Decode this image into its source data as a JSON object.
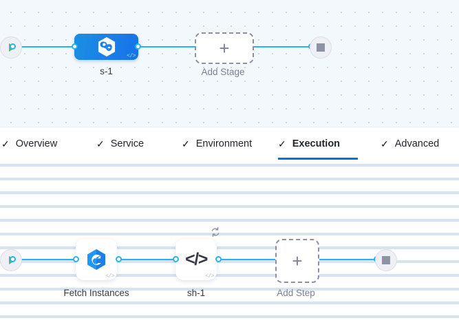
{
  "stage_canvas": {
    "name": "pipeline-stage-canvas",
    "background_color": "#f3f8fc",
    "grid": "dotted",
    "start_node": {
      "icon": "play-icon",
      "title": "Pipeline Start"
    },
    "end_node": {
      "icon": "stop-icon",
      "title": "Pipeline End"
    },
    "nodes": [
      {
        "id": "stage-s-1",
        "label": "s-1",
        "type": "deployment-stage",
        "icon": "harness-hexagon-infinity-icon",
        "badge": "</>",
        "color": "#1a7fe8"
      }
    ],
    "add_node": {
      "label": "Add Stage",
      "icon": "plus-icon"
    }
  },
  "tabs": {
    "active_color": "#0278d5",
    "items": [
      {
        "label": "Overview",
        "check": "✓",
        "active": false
      },
      {
        "label": "Service",
        "check": "✓",
        "active": false
      },
      {
        "label": "Environment",
        "check": "✓",
        "active": false
      },
      {
        "label": "Execution",
        "check": "✓",
        "active": true
      },
      {
        "label": "Advanced",
        "check": "✓",
        "active": false
      }
    ]
  },
  "step_canvas": {
    "name": "execution-step-canvas",
    "background_color": "#ffffff",
    "grid": "dashed",
    "start_node": {
      "icon": "play-icon",
      "title": "Execution Start"
    },
    "end_node": {
      "icon": "stop-icon",
      "title": "Execution End"
    },
    "nodes": [
      {
        "id": "step-fetch-instances",
        "label": "Fetch Instances",
        "icon": "harness-hexagon-spiral-icon",
        "badge": "</>",
        "has_loop": false
      },
      {
        "id": "step-sh-1",
        "label": "sh-1",
        "icon": "code-shell-icon",
        "glyph": "</>",
        "badge": "</>",
        "has_loop": true,
        "loop_icon": "loop-retry-icon"
      }
    ],
    "add_node": {
      "label": "Add Step",
      "icon": "plus-icon"
    }
  }
}
